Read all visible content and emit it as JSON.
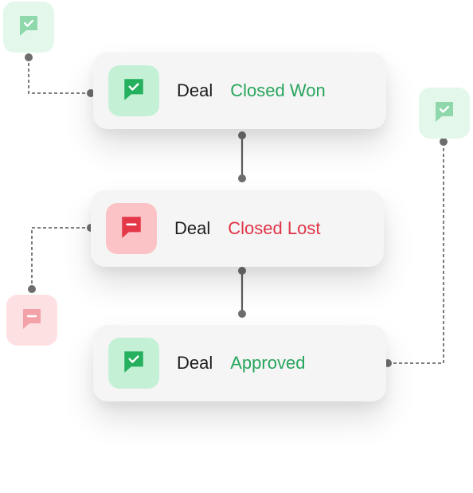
{
  "colors": {
    "success_accent": "#25b05e",
    "success_soft": "#c4f1d6",
    "danger_accent": "#e43748",
    "danger_soft": "#fbc3c6",
    "connector": "#6d6d6d"
  },
  "cards": [
    {
      "label": "Deal",
      "status": "Closed Won",
      "state": "success",
      "icon": "message-check-icon"
    },
    {
      "label": "Deal",
      "status": "Closed Lost",
      "state": "danger",
      "icon": "message-minus-icon"
    },
    {
      "label": "Deal",
      "status": "Approved",
      "state": "success",
      "icon": "message-check-icon"
    }
  ],
  "badges": [
    {
      "state": "success",
      "icon": "message-check-icon"
    },
    {
      "state": "success",
      "icon": "message-check-icon"
    },
    {
      "state": "danger",
      "icon": "message-minus-icon"
    }
  ]
}
